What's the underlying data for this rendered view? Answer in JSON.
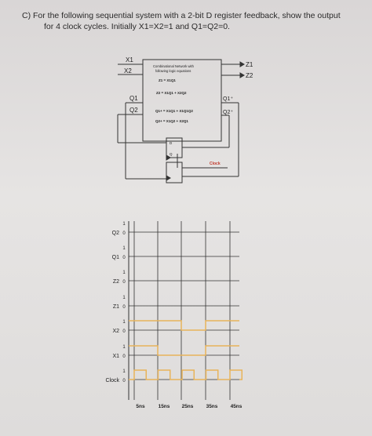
{
  "question": {
    "line1": "C) For the following sequential system with a 2-bit D register feedback, show the output",
    "line2": "for 4 clock cycles. Initially X1=X2=1 and Q1=Q2=0."
  },
  "circuit": {
    "inputs": [
      "X1",
      "X2"
    ],
    "outputs": [
      "Z1",
      "Z2"
    ],
    "feedback_in": [
      "Q1",
      "Q2"
    ],
    "feedback_out": [
      "Q1⁺",
      "Q2⁺"
    ],
    "network_title_1": "Combinational Network with",
    "network_title_2": "following logic equations",
    "eq1": "Z1 = X1Q1",
    "eq2": "Z2 = X1Q1 + X2Q2",
    "eq3": "Q1+ = X1Q1 + X1Q1Q2",
    "eq4": "Q2+ = X1Q2 + X2Q1",
    "register_d": "D",
    "register_q": "Q",
    "clock_label": "Clock"
  },
  "timing": {
    "signals": [
      "Q2",
      "Q1",
      "Z2",
      "Z1",
      "X2",
      "X1",
      "Clock"
    ],
    "high_label": "1",
    "low_label": "0",
    "time_labels": [
      "5ns",
      "15ns",
      "25ns",
      "35ns",
      "45ns"
    ]
  },
  "colors": {
    "waveform": "#e8b45a",
    "clock_label": "#c0392b",
    "line": "#333333"
  }
}
